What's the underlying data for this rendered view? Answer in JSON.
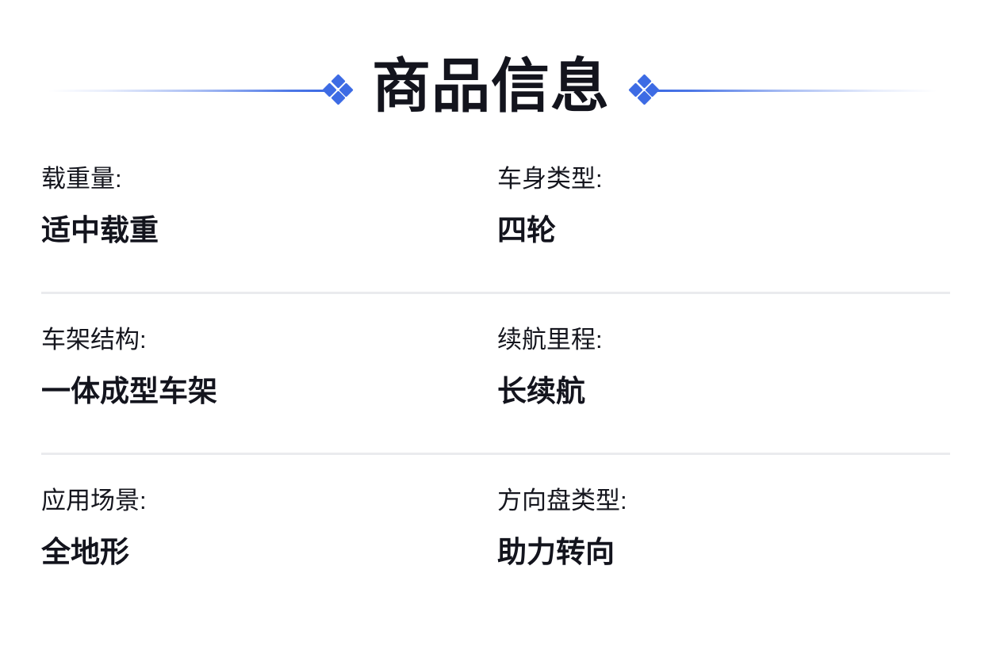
{
  "header": {
    "title": "商品信息",
    "ornament_icon": "four-diamond-ornament",
    "accent_color": "#3d6be4",
    "rule_color": "#3d6be4"
  },
  "theme": {
    "background": "#ffffff",
    "text_color": "#15161e",
    "value_color": "#13141d",
    "divider_color": "#eaebee"
  },
  "specs": {
    "rows": [
      {
        "left": {
          "label": "载重量:",
          "value": "适中载重"
        },
        "right": {
          "label": "车身类型:",
          "value": "四轮"
        }
      },
      {
        "left": {
          "label": "车架结构:",
          "value": "一体成型车架"
        },
        "right": {
          "label": "续航里程:",
          "value": "长续航"
        }
      },
      {
        "left": {
          "label": "应用场景:",
          "value": "全地形"
        },
        "right": {
          "label": "方向盘类型:",
          "value": "助力转向"
        }
      }
    ]
  }
}
